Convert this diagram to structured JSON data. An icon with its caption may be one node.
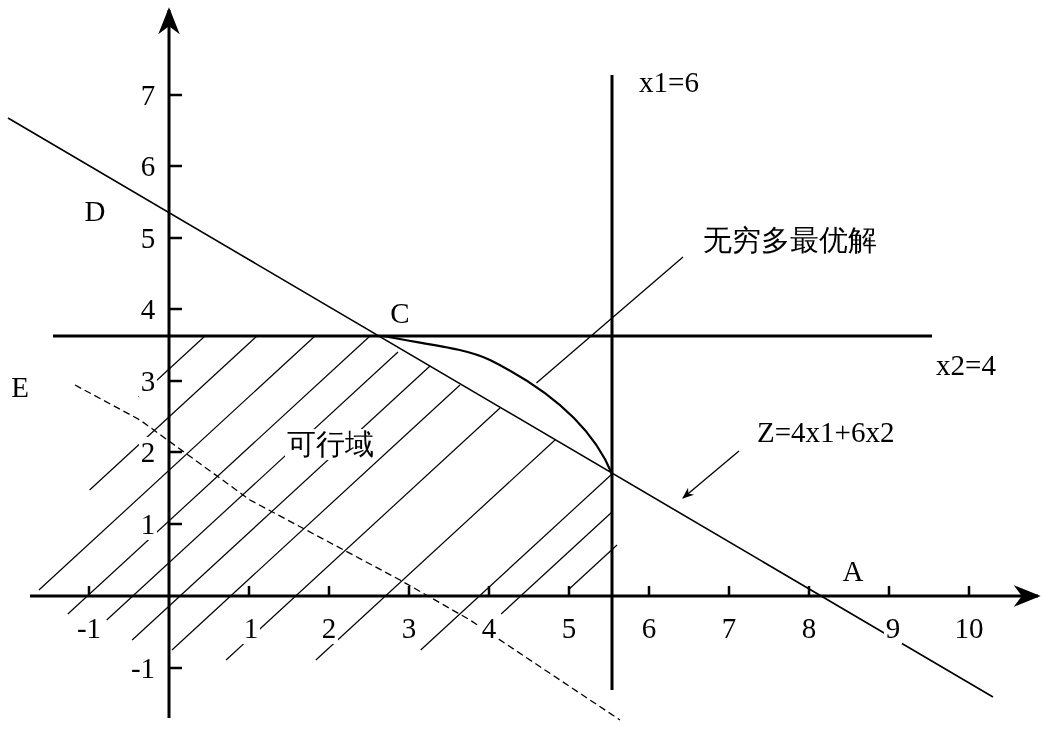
{
  "diagram": {
    "nodes": [
      {
        "text": [
          "无穷多最优解"
        ]
      },
      {
        "text": [],
        "shape": "curve"
      },
      {
        "text": [
          "Z=4x1+6x2"
        ]
      }
    ],
    "edges": [
      {
        "from": 0,
        "to": 1,
        "arrow": "none"
      },
      {
        "from": 2,
        "to": null,
        "arrow": "to"
      }
    ],
    "labels": [
      "7",
      "x1=6",
      "6",
      "D",
      "5",
      "4",
      "C",
      "x2=4",
      "E",
      "3",
      "可行域",
      "2",
      "1",
      "A",
      "-1",
      "1",
      "2",
      "3",
      "4",
      "5",
      "6",
      "7",
      "8",
      "9",
      "10",
      "-1"
    ]
  }
}
